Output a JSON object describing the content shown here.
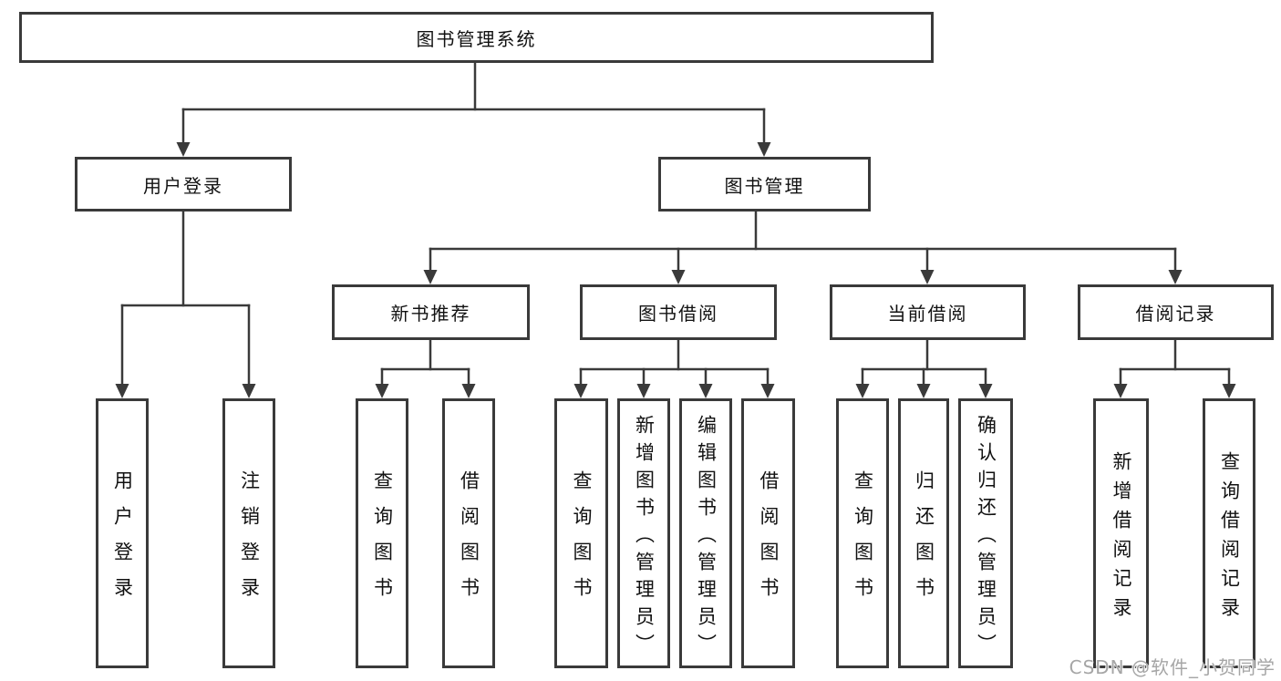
{
  "root": "图书管理系统",
  "level2": [
    "用户登录",
    "图书管理"
  ],
  "level3": [
    "新书推荐",
    "图书借阅",
    "当前借阅",
    "借阅记录"
  ],
  "leaves": {
    "user": [
      "用户登录",
      "注销登录"
    ],
    "recommend": [
      "查询图书",
      "借阅图书"
    ],
    "borrow": [
      "查询图书",
      "新增图书（管理员）",
      "编辑图书（管理员）",
      "借阅图书"
    ],
    "current": [
      "查询图书",
      "归还图书",
      "确认归还（管理员）"
    ],
    "records": [
      "新增借阅记录",
      "查询借阅记录"
    ]
  },
  "watermark": "CSDN @软件_小贺同学",
  "colors": {
    "line": "#3a3a3a",
    "text": "#111111",
    "watermark": "#a6a6a6"
  }
}
